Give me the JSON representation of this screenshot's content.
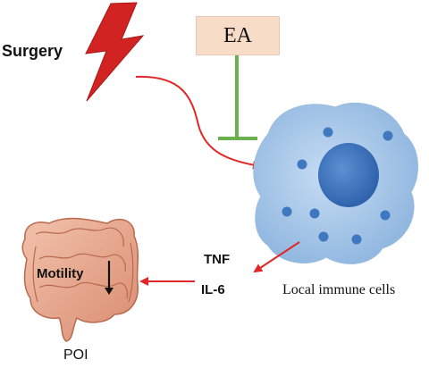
{
  "labels": {
    "surgery": "Surgery",
    "ea": "EA",
    "tnf": "TNF",
    "il6": "IL-6",
    "local_immune_cells": "Local immune cells",
    "motility": "Motility",
    "poi": "POI"
  },
  "colors": {
    "lightning": "#d22323",
    "arrow": "#e02828",
    "inhibition": "#6ab04c",
    "ea_box": "#f7dcc8",
    "cell_body": "#a9c9ea",
    "cell_nucleus": "#3f78c0",
    "intestine": "#e7a48a"
  }
}
